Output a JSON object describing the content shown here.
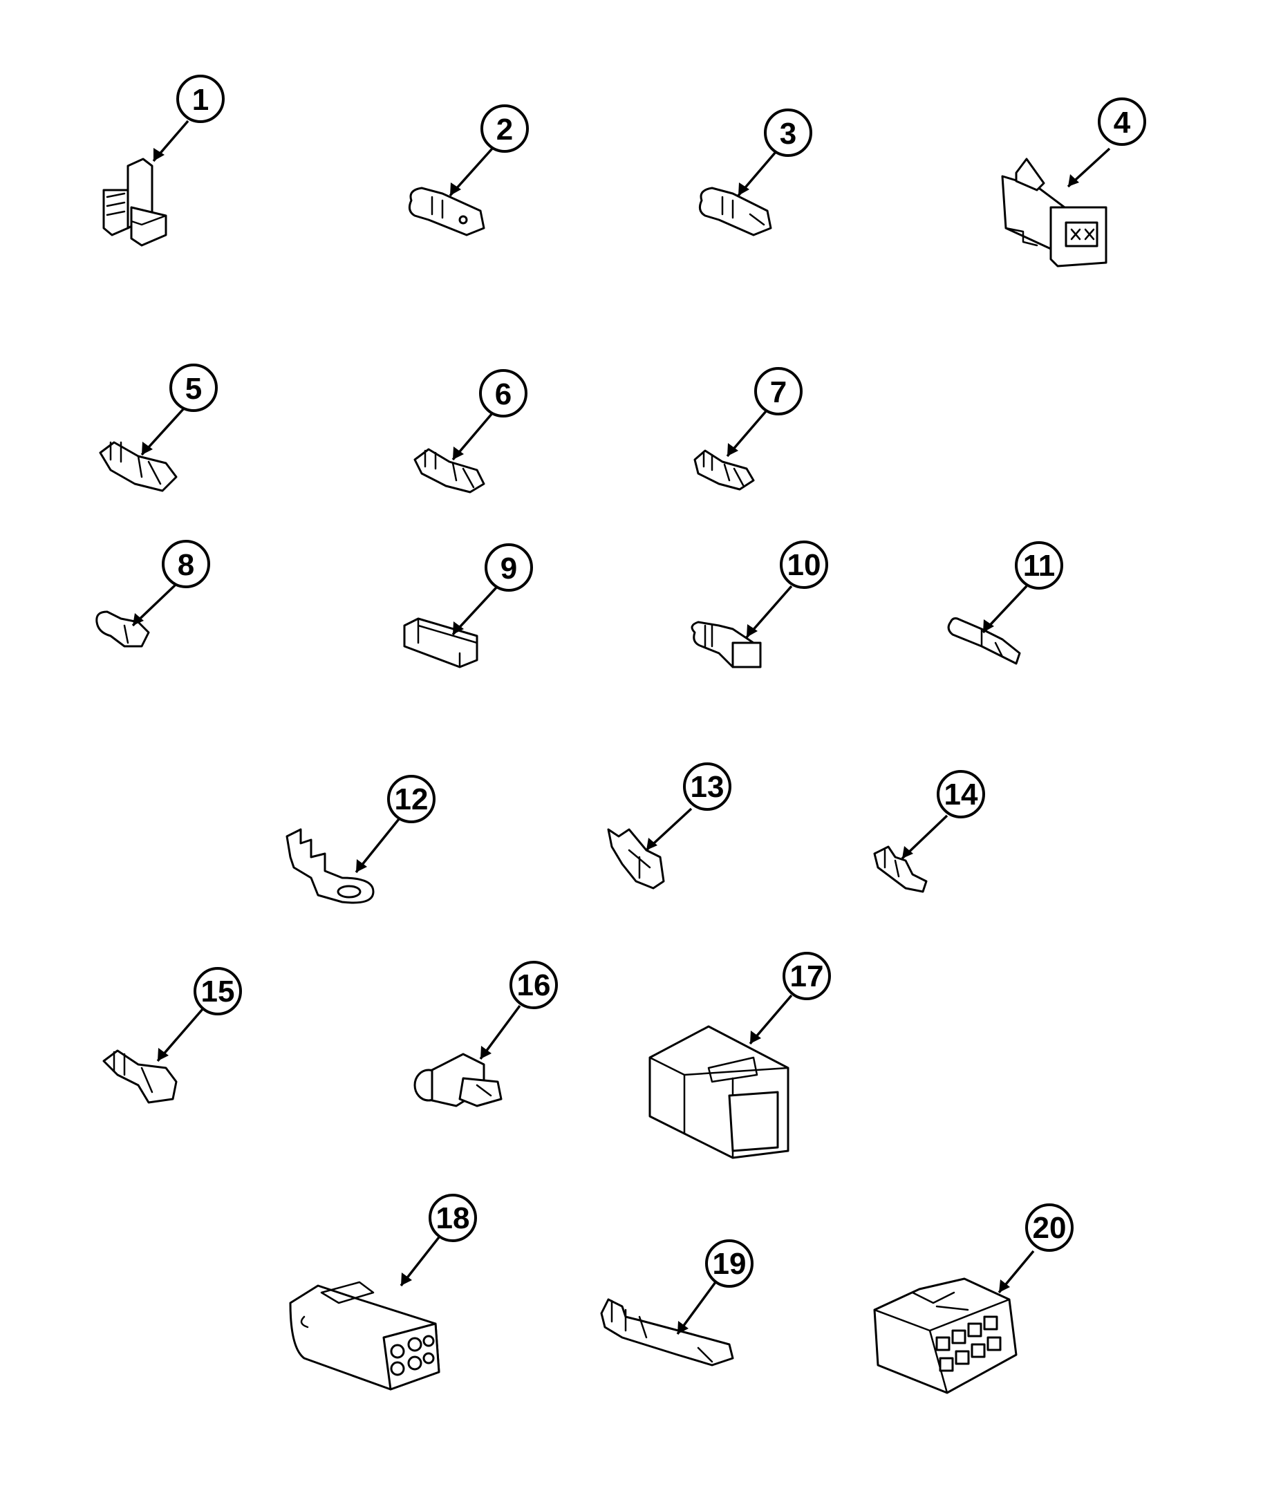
{
  "diagram": {
    "background": "#ffffff",
    "ink": "#000000",
    "callouts": [
      {
        "id": "c1",
        "label": "1"
      },
      {
        "id": "c2",
        "label": "2"
      },
      {
        "id": "c3",
        "label": "3"
      },
      {
        "id": "c4",
        "label": "4"
      },
      {
        "id": "c5",
        "label": "5"
      },
      {
        "id": "c6",
        "label": "6"
      },
      {
        "id": "c7",
        "label": "7"
      },
      {
        "id": "c8",
        "label": "8"
      },
      {
        "id": "c9",
        "label": "9"
      },
      {
        "id": "c10",
        "label": "10"
      },
      {
        "id": "c11",
        "label": "11"
      },
      {
        "id": "c12",
        "label": "12"
      },
      {
        "id": "c13",
        "label": "13"
      },
      {
        "id": "c14",
        "label": "14"
      },
      {
        "id": "c15",
        "label": "15"
      },
      {
        "id": "c16",
        "label": "16"
      },
      {
        "id": "c17",
        "label": "17"
      },
      {
        "id": "c18",
        "label": "18"
      },
      {
        "id": "c19",
        "label": "19"
      },
      {
        "id": "c20",
        "label": "20"
      }
    ]
  }
}
